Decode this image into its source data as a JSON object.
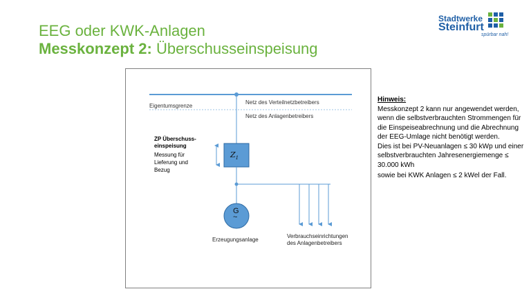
{
  "header": {
    "title_line1": "EEG oder KWK-Anlagen",
    "title_line2_bold": "Messkonzept 2:",
    "title_line2_rest": " Überschusseinspeisung"
  },
  "logo": {
    "line1": "Stadtwerke",
    "line2": "Steinfurt",
    "tagline": "spürbar nah!"
  },
  "diagram": {
    "eigentumsgrenze": "Eigentumsgrenze",
    "netz_verteil": "Netz des Verteilnetzbetreibers",
    "netz_anlagen": "Netz des Anlagenbetreibers",
    "zp_title": "ZP Überschuss-einspeisung",
    "zp_desc": "Messung für Lieferung und Bezug",
    "meter_symbol": "Z",
    "meter_subscript": "1",
    "generator_symbol": "G",
    "generator_tilde": "~",
    "erzeugung": "Erzeugungsanlage",
    "verbrauch": "Verbrauchseinrichtungen des Anlagenbetreibers"
  },
  "note": {
    "heading": "Hinweis:",
    "p1": "Messkonzept 2 kann nur angewendet werden, wenn die selbstverbrauchten Strommengen für die Einspeiseabrechnung und die Abrechnung der EEG-Umlage nicht benötigt werden.",
    "p2": "Dies ist bei PV-Neuanlagen ≤ 30 kWp und einer selbstverbrauchten Jahresenergiemenge ≤ 30.000 kWh",
    "p3": "sowie bei KWK Anlagen ≤ 2 kWel der Fall."
  },
  "colors": {
    "title_green": "#6ab23e",
    "line_blue": "#5b9bd5",
    "logo_blue": "#1f5fa6"
  }
}
